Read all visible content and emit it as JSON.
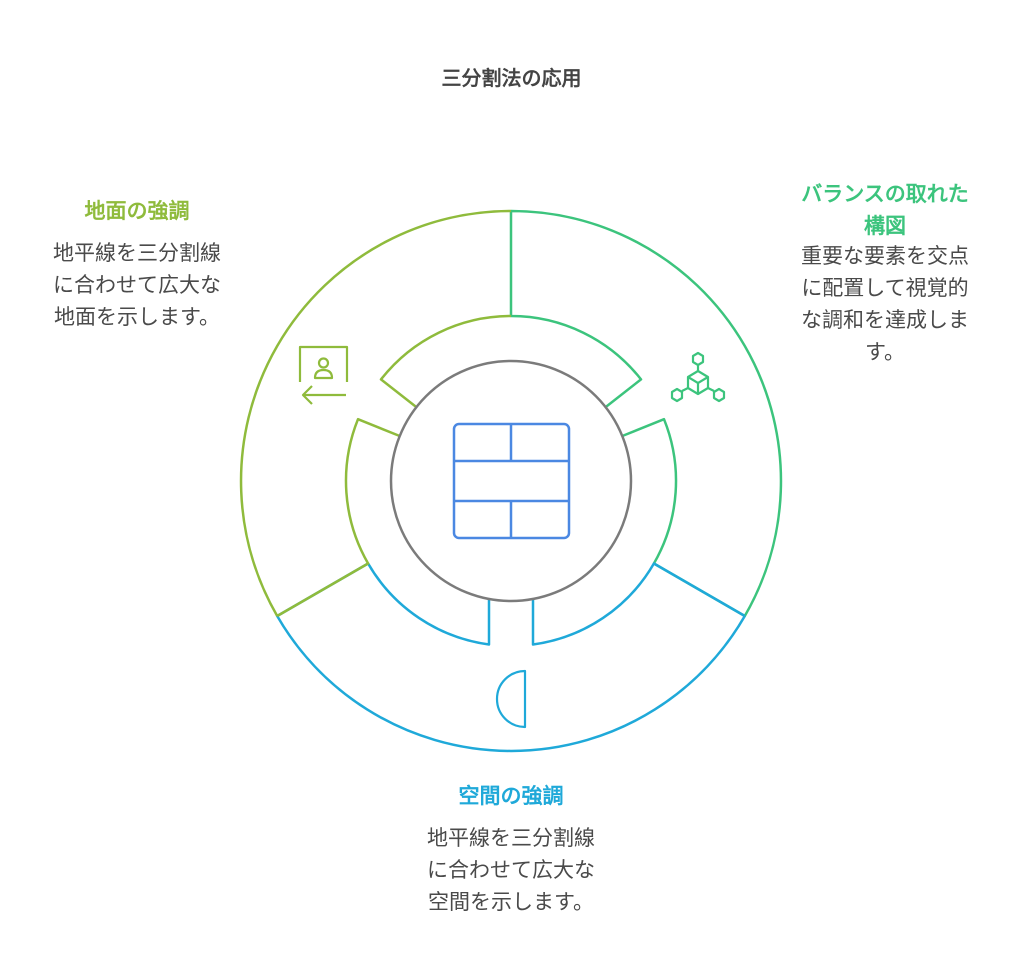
{
  "title": "三分割法の応用",
  "colors": {
    "ground": "#8fbb3c",
    "balance": "#3cc47d",
    "space": "#1fa9d9",
    "grid": "#4b88e2",
    "center": "#7b7b7b"
  },
  "sections": {
    "ground": {
      "heading": "地面の強調",
      "lines": [
        "地平線を三分割線",
        "に合わせて広大な",
        "地面を示します。"
      ],
      "icon": "user-frame-arrow-icon"
    },
    "balance": {
      "heading": [
        "バランスの取れた",
        "構図"
      ],
      "lines": [
        "重要な要素を交点",
        "に配置して視覚的",
        "な調和を達成しま",
        "す。"
      ],
      "icon": "molecule-cube-icon"
    },
    "space": {
      "heading": "空間の強調",
      "lines": [
        "地平線を三分割線",
        "に合わせて広大な",
        "空間を示します。"
      ],
      "icon": "half-circle-icon"
    }
  },
  "center_icon": "rule-of-thirds-grid-icon"
}
